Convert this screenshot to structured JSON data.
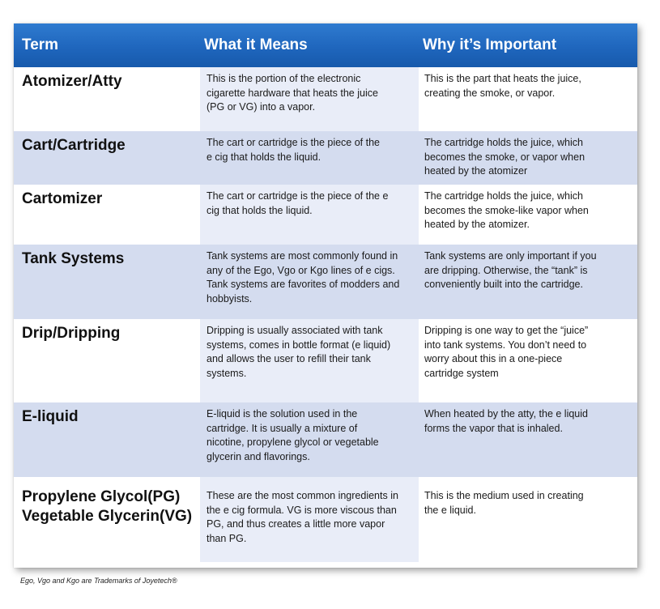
{
  "header": {
    "term": "Term",
    "what": "What it Means",
    "why": "Why it’s Important"
  },
  "rows": [
    {
      "term": [
        "Atomizer/Atty"
      ],
      "what": [
        "This is the portion of the electronic",
        "cigarette hardware that heats the juice",
        "(PG or VG) into a vapor."
      ],
      "why": [
        "This is the part that heats the juice,",
        "creating the smoke, or vapor."
      ]
    },
    {
      "term": [
        "Cart/Cartridge"
      ],
      "what": [
        "The cart or cartridge is the piece of the",
        "e cig that holds the liquid."
      ],
      "why": [
        "The cartridge holds the juice, which",
        "becomes the smoke, or vapor when",
        "heated by the atomizer"
      ]
    },
    {
      "term": [
        "Cartomizer"
      ],
      "what": [
        "The cart or cartridge is the piece of the e",
        "cig that holds the liquid."
      ],
      "why": [
        "The cartridge holds the juice, which",
        "becomes the smoke-like vapor when",
        "heated by the atomizer."
      ]
    },
    {
      "term": [
        "Tank Systems"
      ],
      "what": [
        "Tank systems are most commonly found in",
        "any of the Ego, Vgo or Kgo lines of e cigs.",
        "Tank systems are favorites of modders and",
        "hobbyists."
      ],
      "why": [
        "Tank systems are only important if you",
        "are dripping.  Otherwise, the “tank” is",
        "conveniently built into the cartridge."
      ]
    },
    {
      "term": [
        "Drip/Dripping"
      ],
      "what": [
        "Dripping is usually associated with tank",
        "systems, comes in bottle format (e liquid)",
        "and allows the user to refill their tank",
        "systems."
      ],
      "why": [
        "Dripping is one way to get the “juice”",
        "into tank systems.  You don’t need to",
        " worry about this in a one-piece",
        "cartridge system"
      ]
    },
    {
      "term": [
        "E-liquid"
      ],
      "what": [
        "E-liquid is the solution used in the",
        "cartridge.  It is usually a mixture of",
        "nicotine, propylene glycol or vegetable",
        "glycerin and flavorings."
      ],
      "why": [
        "When heated by the atty, the e liquid",
        "forms the vapor that is inhaled."
      ]
    },
    {
      "term": [
        "Propylene Glycol(PG)",
        "Vegetable Glycerin(VG)"
      ],
      "what": [
        "These are the most common ingredients in",
        "the e cig formula.  VG is more viscous than",
        "PG, and thus creates a little more vapor",
        "than PG."
      ],
      "why": [
        "This is the medium used in creating",
        "the e liquid."
      ]
    }
  ],
  "footnote": "Ego, Vgo and Kgo are Trademarks of Joyetech®",
  "colors": {
    "header_blue": "#1f66bd",
    "alt_row": "#d4dcef",
    "col2_tint": "#e9edf8"
  }
}
